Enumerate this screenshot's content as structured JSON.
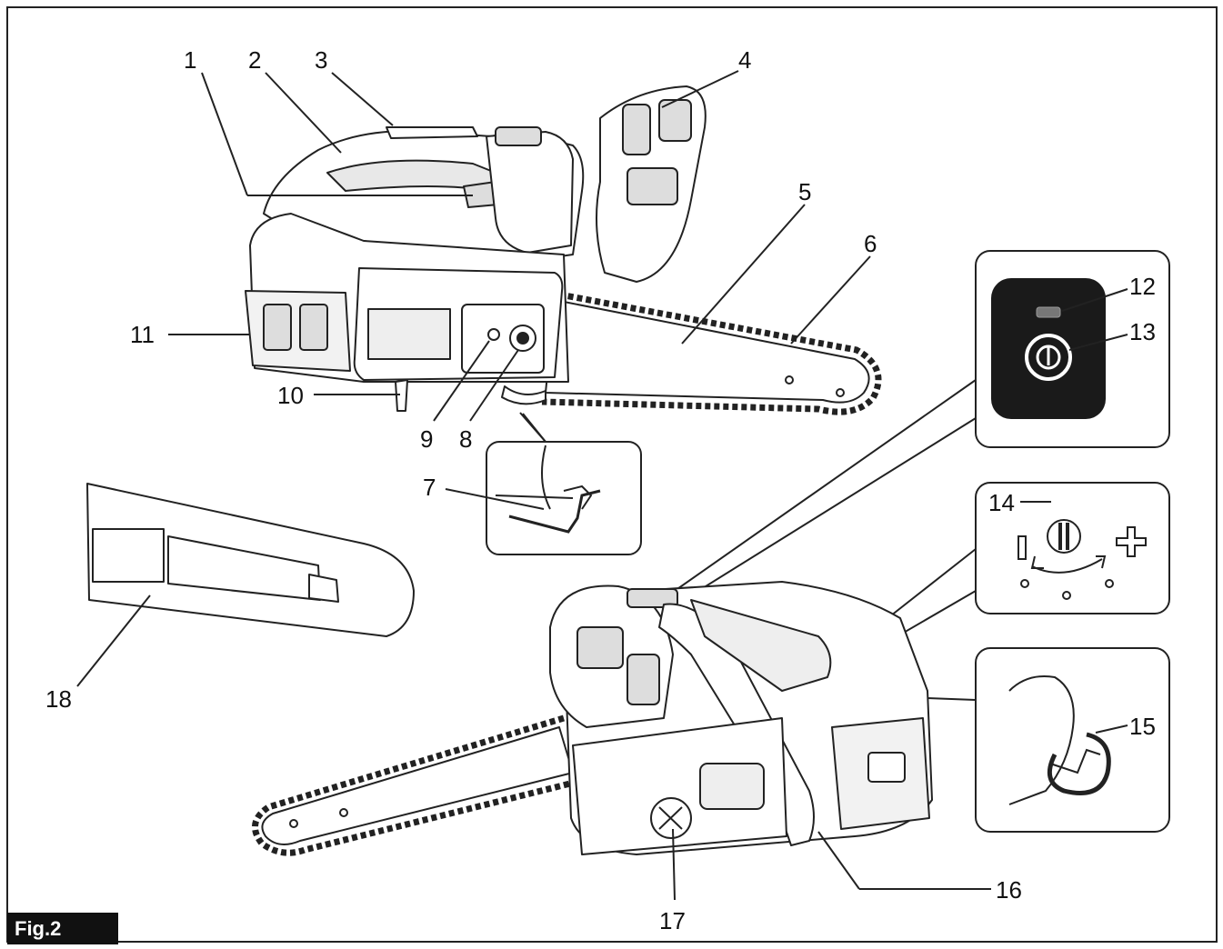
{
  "figure": {
    "label": "Fig.2",
    "callouts": {
      "c1": "1",
      "c2": "2",
      "c3": "3",
      "c4": "4",
      "c5": "5",
      "c6": "6",
      "c7": "7",
      "c8": "8",
      "c9": "9",
      "c10": "10",
      "c11": "11",
      "c12": "12",
      "c13": "13",
      "c14": "14",
      "c15": "15",
      "c16": "16",
      "c17": "17",
      "c18": "18"
    }
  }
}
